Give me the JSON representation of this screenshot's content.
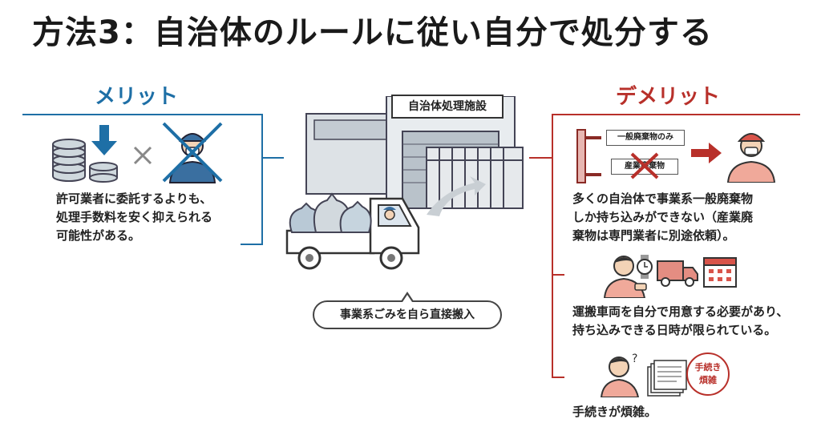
{
  "title": "方法3：自治体のルールに従い自分で処分する",
  "merit": {
    "heading": "メリット",
    "text": "許可業者に委託するよりも、\n処理手数料を安く抑えられる\n可能性がある。"
  },
  "center": {
    "facility_label": "自治体処理施設",
    "caption": "事業系ごみを自ら直接搬入"
  },
  "demerit": {
    "heading": "デメリット",
    "items": [
      {
        "text": "多くの自治体で事業系一般廃棄物\nしか持ち込みができない（産業廃\n棄物は専門業者に別途依頼）。",
        "sign_ok": "一般廃棄物のみ",
        "sign_ng": "産業廃棄物"
      },
      {
        "text": "運搬車両を自分で用意する必要があり、\n持ち込みできる日時が限られている。"
      },
      {
        "text": "手続きが煩雑。",
        "stamp": "手続き\n煩雑"
      }
    ]
  },
  "colors": {
    "merit": "#1e6fa6",
    "demerit": "#b8302a"
  },
  "icons": [
    "coins-icon",
    "down-arrow-icon",
    "times-icon",
    "worker-crossed-icon",
    "truck-icon",
    "facility-icon",
    "trash-bags-icon",
    "person-icon",
    "watch-icon",
    "calendar-icon",
    "documents-icon"
  ]
}
